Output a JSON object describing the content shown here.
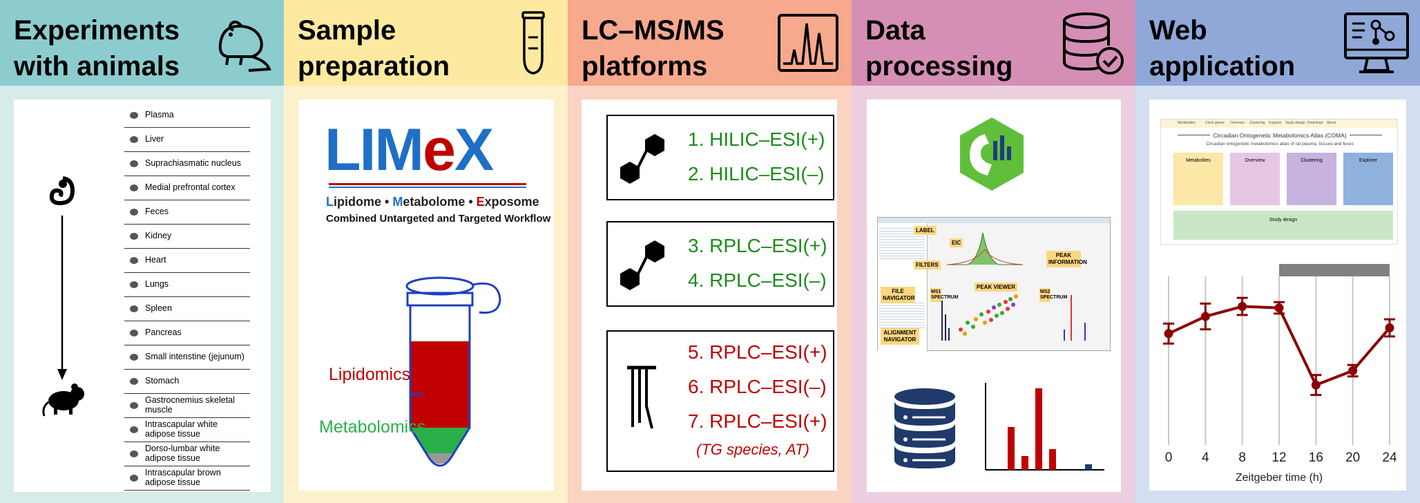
{
  "columns": [
    {
      "title_lines": [
        "Experiments",
        "with animals"
      ],
      "header_color": "#8ccccf",
      "body_color": "#d6ece9"
    },
    {
      "title_lines": [
        "Sample",
        "preparation"
      ],
      "header_color": "#fde9a0",
      "body_color": "#fdf1cc"
    },
    {
      "title_lines": [
        "LC–MS/MS",
        "platforms"
      ],
      "header_color": "#f7a98d",
      "body_color": "#fad3c2"
    },
    {
      "title_lines": [
        "Data",
        "processing"
      ],
      "header_color": "#d58fb5",
      "body_color": "#eccfe0"
    },
    {
      "title_lines": [
        "Web",
        "application"
      ],
      "header_color": "#8fa8d8",
      "body_color": "#d3def0"
    }
  ],
  "organs": [
    {
      "label": "Plasma",
      "icon": "drop-icon"
    },
    {
      "label": "Liver",
      "icon": "liver-icon"
    },
    {
      "label": "Suprachiasmatic nucleus",
      "icon": "neuron-icon"
    },
    {
      "label": "Medial prefrontal cortex",
      "icon": "brain-icon"
    },
    {
      "label": "Feces",
      "icon": "feces-icon"
    },
    {
      "label": "Kidney",
      "icon": "kidney-icon"
    },
    {
      "label": "Heart",
      "icon": "heart-icon"
    },
    {
      "label": "Lungs",
      "icon": "lungs-icon"
    },
    {
      "label": "Spleen",
      "icon": "spleen-icon"
    },
    {
      "label": "Pancreas",
      "icon": "pancreas-icon"
    },
    {
      "label": "Small intenstine (jejunum)",
      "icon": "intestine-icon"
    },
    {
      "label": "Stomach",
      "icon": "stomach-icon"
    },
    {
      "label": "Gastrocnemius skeletal muscle",
      "icon": "muscle-icon"
    },
    {
      "label": "Intrascapular white adipose tissue",
      "icon": "adipose-icon"
    },
    {
      "label": "Dorso-lumbar white adipose tissue",
      "icon": "adipose-icon"
    },
    {
      "label": "Intrascapular brown adipose tissue",
      "icon": "adipose-icon"
    }
  ],
  "limex": {
    "logo_parts": [
      "LIM",
      "e",
      "X"
    ],
    "subtitle_parts": [
      "L",
      "ipidome • ",
      "M",
      "etabolome • ",
      "E",
      "xposome"
    ],
    "workflow": "Combined Untargeted and Targeted Workflow",
    "lipidomics": "Lipidomics",
    "metabolomics": "Metabolomics"
  },
  "platforms": {
    "group1": [
      "1. HILIC–ESI(+)",
      "2. HILIC–ESI(–)"
    ],
    "group2": [
      "3. RPLC–ESI(+)",
      "4. RPLC–ESI(–)"
    ],
    "group3": [
      "5. RPLC–ESI(+)",
      "6. RPLC–ESI(–)",
      "7. RPLC–ESI(+)"
    ],
    "note": "(TG species, AT)"
  },
  "msdial": {
    "labels": {
      "label": "LABEL",
      "filters": "FILTERS",
      "eic": "EIC",
      "peak_info": "PEAK INFORMATION",
      "file_nav": "FILE NAVIGATOR",
      "ms1": "MS1 SPECTRUM",
      "peak_viewer": "PEAK VIEWER",
      "ms2": "MS2 SPECTRUM",
      "align_nav": "ALIGNMENT NAVIGATOR"
    }
  },
  "web": {
    "site_title": "Circadian Ontogenetic Metabolomics Atlas (COMA)",
    "site_subtitle": "Circadian ontogenetic metabolomics atlas of rat plasma, tissues and feces",
    "nav": [
      "Metabolites",
      "Clock genes",
      "Overview",
      "Clustering",
      "Explorer",
      "Study design",
      "Download",
      "About"
    ],
    "cards": [
      {
        "title": "Metabolites",
        "color": "#fbe7a6"
      },
      {
        "title": "Overview",
        "color": "#e6c7e3"
      },
      {
        "title": "Clustering",
        "color": "#c7b3df"
      },
      {
        "title": "Explorer",
        "color": "#8fb1de"
      }
    ],
    "study_card": {
      "title": "Study design",
      "color": "#c9e7c6"
    }
  },
  "chart_data": {
    "type": "line",
    "x": [
      0,
      4,
      8,
      12,
      16,
      20,
      24
    ],
    "xticks": [
      "0",
      "4",
      "8",
      "12",
      "16",
      "20",
      "24"
    ],
    "xlabel": "Zeitgeber time (h)",
    "series": [
      {
        "values": [
          0.78,
          0.9,
          0.97,
          0.96,
          0.42,
          0.52,
          0.82
        ],
        "errors": [
          0.07,
          0.09,
          0.06,
          0.04,
          0.07,
          0.04,
          0.06
        ],
        "color": "#8b0000"
      }
    ],
    "ylim": [
      0,
      1.2
    ],
    "dark_phase": [
      12,
      24
    ],
    "grid": true
  }
}
